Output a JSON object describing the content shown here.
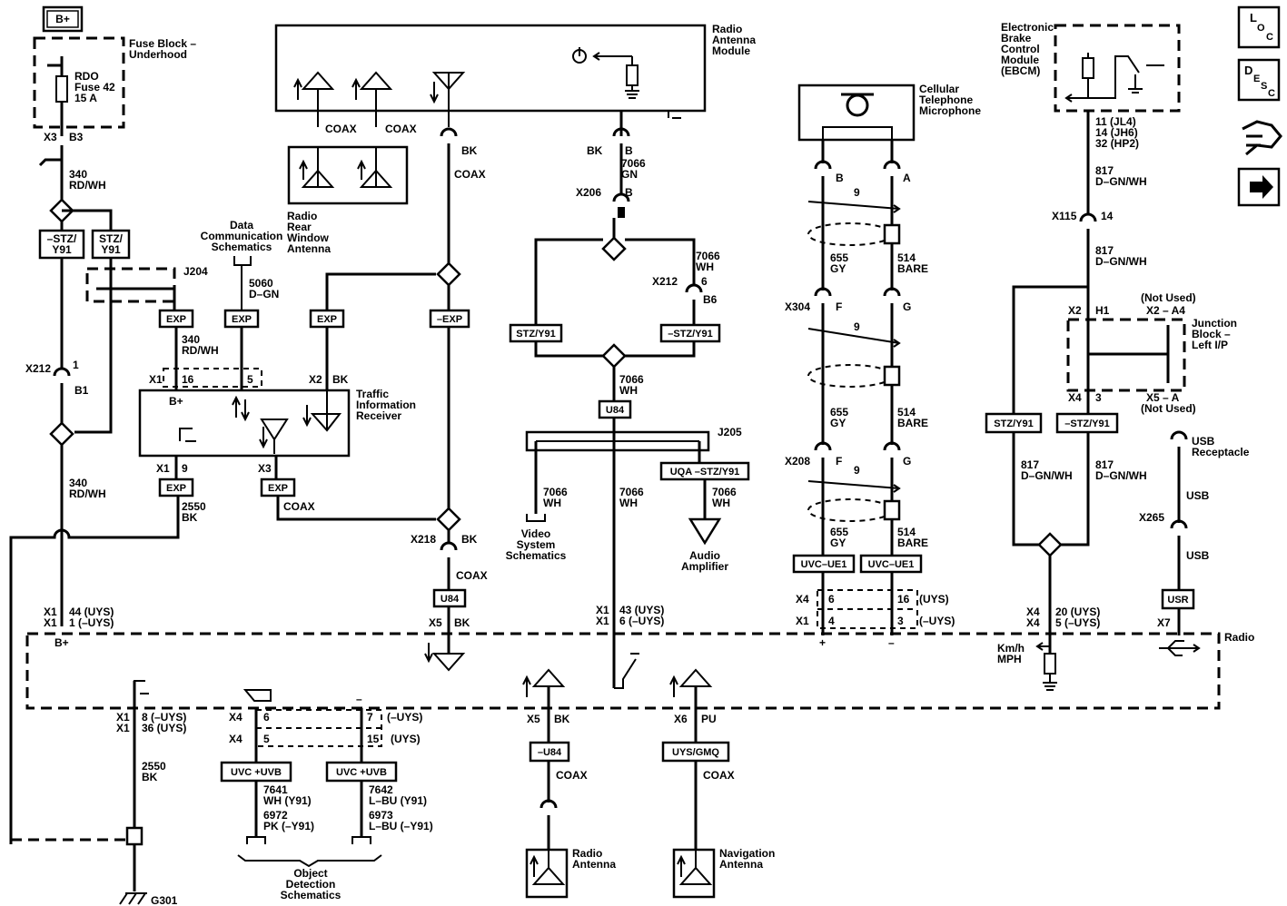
{
  "power": "B+",
  "fuse_block": {
    "title": [
      "Fuse Block –",
      "Underhood"
    ],
    "fuse": [
      "RDO",
      "Fuse 42",
      "15 A"
    ],
    "pins": [
      "X3",
      "B3"
    ]
  },
  "wire_340": [
    "340",
    "RD/WH"
  ],
  "option_labels": {
    "stz_y91_neg": [
      "–STZ/",
      "Y91"
    ],
    "stz_y91": [
      "STZ/",
      "Y91"
    ],
    "stz_y91_box": "STZ/Y91",
    "stz_y91_neg_box": "–STZ/Y91",
    "exp": "EXP",
    "neg_exp": "–EXP",
    "u84": "U84",
    "neg_u84": "–U84",
    "uqa_neg_stz_y91": "UQA –STZ/Y91",
    "uvc_ue1": "UVC–UE1",
    "uvc_uvb": "UVC +UVB",
    "uys_gmq": "UYS/GMQ",
    "usr": "USR"
  },
  "connectors": {
    "j204": "J204",
    "j205": "J205",
    "x212_left": [
      "X212",
      "1",
      "B1"
    ],
    "x1_16": [
      "X1",
      "16"
    ],
    "x1_5": "5",
    "x2_bk": [
      "X2",
      "BK"
    ],
    "x1_9": [
      "X1",
      "9"
    ],
    "x3": "X3",
    "x206": [
      "X206",
      "B"
    ],
    "x212_right": [
      "X212",
      "6",
      "B6"
    ],
    "x218": [
      "X218",
      "BK"
    ],
    "x5_bk": [
      "X5",
      "BK"
    ],
    "x304": [
      "X304",
      "F",
      "G"
    ],
    "x208": [
      "X208",
      "F",
      "G"
    ],
    "x115": [
      "X115",
      "14"
    ],
    "x2_h1": [
      "X2",
      "H1"
    ],
    "x4_3": [
      "X4",
      "3"
    ],
    "x265": "X265",
    "x7": "X7",
    "x5_radio": [
      "X5",
      "BK"
    ],
    "x6_radio": [
      "X6",
      "PU"
    ]
  },
  "data_comm": [
    "Data",
    "Communication",
    "Schematics"
  ],
  "wire_5060": [
    "5060",
    "D–GN"
  ],
  "wire_2550": [
    "2550",
    "BK"
  ],
  "coax": "COAX",
  "bk": "BK",
  "traffic_receiver": [
    "Traffic",
    "Information",
    "Receiver"
  ],
  "radio_antenna_module": [
    "Radio",
    "Antenna",
    "Module"
  ],
  "rear_window_antenna": [
    "Radio",
    "Rear",
    "Window",
    "Antenna"
  ],
  "wire_7066": [
    "7066",
    "GN",
    "WH"
  ],
  "video_system": [
    "Video",
    "System",
    "Schematics"
  ],
  "audio_amplifier": [
    "Audio",
    "Amplifier"
  ],
  "cell_mic": [
    "Cellular",
    "Telephone",
    "Microphone"
  ],
  "mic_pins": [
    "B",
    "A"
  ],
  "wire_655": [
    "655",
    "GY"
  ],
  "wire_514": [
    "514",
    "BARE"
  ],
  "shield_9": "9",
  "ebcm": [
    "Electronic",
    "Brake",
    "Control",
    "Module",
    "(EBCM)"
  ],
  "ebcm_pins": [
    "11 (JL4)",
    "14 (JH6)",
    "32 (HP2)"
  ],
  "wire_817": [
    "817",
    "D–GN/WH"
  ],
  "not_used_a4": [
    "(Not Used)",
    "X2 – A4"
  ],
  "junction_block": [
    "Junction",
    "Block –",
    "Left I/P"
  ],
  "not_used_a": [
    "X5 – A",
    "(Not Used)"
  ],
  "usb_receptacle": [
    "USB",
    "Receptacle"
  ],
  "usb": "USB",
  "radio": "Radio",
  "radio_pins_left": [
    "X1",
    "X1",
    "44 (UYS)",
    "1 (–UYS)"
  ],
  "radio_pins_mid": [
    "X1",
    "X1",
    "43 (UYS)",
    "6 (–UYS)"
  ],
  "radio_pins_mic": [
    "X4",
    "X1",
    "6",
    "4",
    "16",
    "3",
    "(UYS)",
    "(–UYS)"
  ],
  "radio_pins_right": [
    "X4",
    "X4",
    "20 (UYS)",
    "5 (–UYS)"
  ],
  "kmh_mph": [
    "Km/h",
    "MPH"
  ],
  "ground_pins": [
    "X1",
    "X1",
    "8 (–UYS)",
    "36 (UYS)"
  ],
  "object_pins": [
    "X4",
    "X4",
    "6",
    "5",
    "7",
    "15",
    "(–UYS)",
    "(UYS)"
  ],
  "wire_7641": [
    "7641",
    "WH (Y91)",
    "6972",
    "PK (–Y91)"
  ],
  "wire_7642": [
    "7642",
    "L–BU (Y91)",
    "6973",
    "L–BU (–Y91)"
  ],
  "object_detection": [
    "Object",
    "Detection",
    "Schematics"
  ],
  "radio_antenna": [
    "Radio",
    "Antenna"
  ],
  "navigation_antenna": [
    "Navigation",
    "Antenna"
  ],
  "ground": "G301",
  "plus": "+",
  "minus": "–",
  "nav_buttons": {
    "loc": [
      "L",
      "O",
      "C"
    ],
    "desc": [
      "D",
      "E",
      "S",
      "C"
    ]
  }
}
